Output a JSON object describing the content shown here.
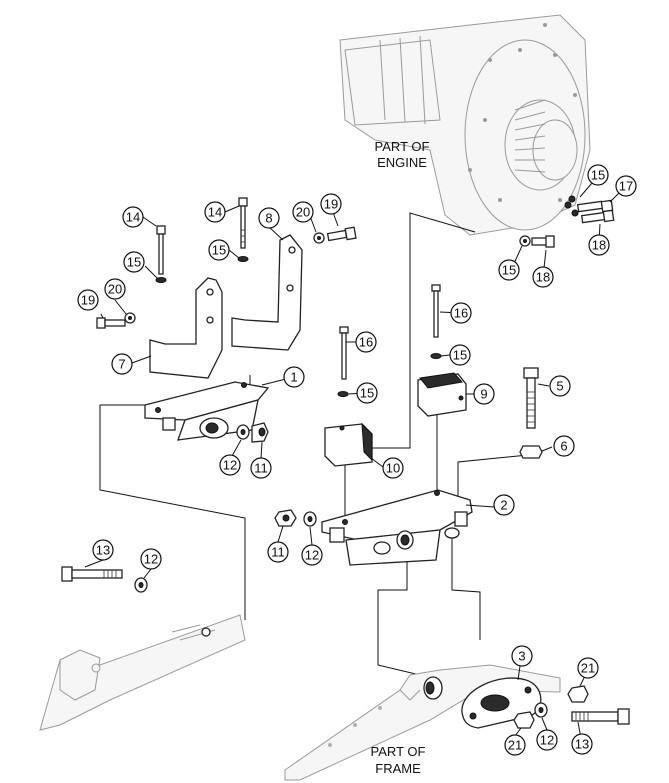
{
  "labels": {
    "engine": [
      "PART OF",
      "ENGINE"
    ],
    "frame": [
      "PART OF",
      "FRAME"
    ]
  },
  "callouts": [
    {
      "n": "1"
    },
    {
      "n": "2"
    },
    {
      "n": "3"
    },
    {
      "n": "5"
    },
    {
      "n": "6"
    },
    {
      "n": "7"
    },
    {
      "n": "8"
    },
    {
      "n": "9"
    },
    {
      "n": "10"
    },
    {
      "n": "11"
    },
    {
      "n": "11"
    },
    {
      "n": "12"
    },
    {
      "n": "12"
    },
    {
      "n": "12"
    },
    {
      "n": "12"
    },
    {
      "n": "13"
    },
    {
      "n": "13"
    },
    {
      "n": "14"
    },
    {
      "n": "14"
    },
    {
      "n": "15"
    },
    {
      "n": "15"
    },
    {
      "n": "15"
    },
    {
      "n": "15"
    },
    {
      "n": "15"
    },
    {
      "n": "15"
    },
    {
      "n": "16"
    },
    {
      "n": "16"
    },
    {
      "n": "17"
    },
    {
      "n": "18"
    },
    {
      "n": "18"
    },
    {
      "n": "19"
    },
    {
      "n": "19"
    },
    {
      "n": "20"
    },
    {
      "n": "20"
    },
    {
      "n": "21"
    },
    {
      "n": "21"
    }
  ]
}
